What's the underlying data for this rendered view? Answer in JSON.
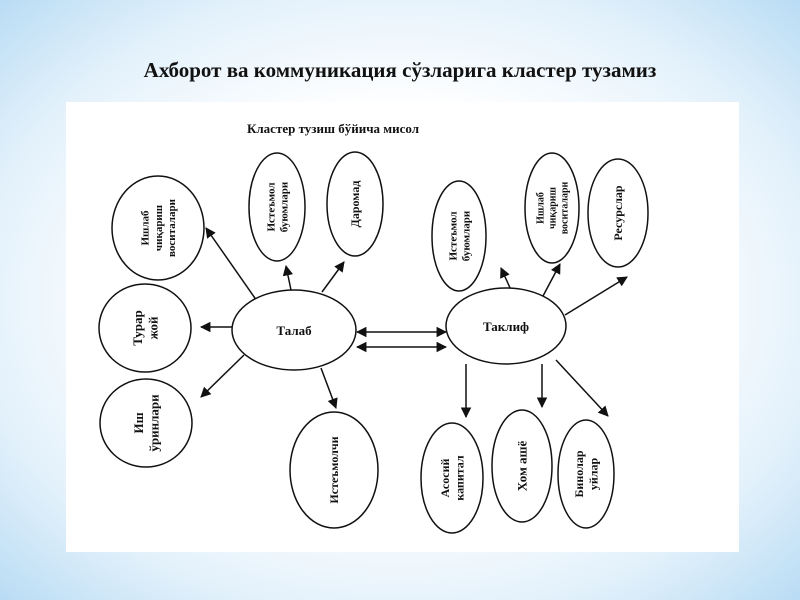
{
  "slide": {
    "title": "Ахборот ва коммуникация сўзларига кластер тузамиз"
  },
  "diagram": {
    "caption": "Кластер тузиш бўйича мисол",
    "talab": {
      "label": "Талаб",
      "nodes": {
        "ishlab": [
          "Ишлаб",
          "чиқариш",
          "воситалари"
        ],
        "istemol_buyum": [
          "Истеъмол",
          "буюмлари"
        ],
        "daromad": [
          "Даромад"
        ],
        "turar": [
          "Турар",
          "жой"
        ],
        "ish": [
          "Иш",
          "ўринлари"
        ],
        "istemolchi": [
          "Истеъмолчи"
        ]
      }
    },
    "taklif": {
      "label": "Таклиф",
      "nodes": {
        "istemol_buyum": [
          "Истеъмол",
          "буюмлари"
        ],
        "ishlab": [
          "Ишлаб",
          "чиқариш",
          "воситалари"
        ],
        "resurs": [
          "Ресурслар"
        ],
        "asosiy": [
          "Асосий",
          "капитал"
        ],
        "xom": [
          "Хом ашё"
        ],
        "bino": [
          "Бинолар",
          "уйлар"
        ]
      }
    }
  }
}
